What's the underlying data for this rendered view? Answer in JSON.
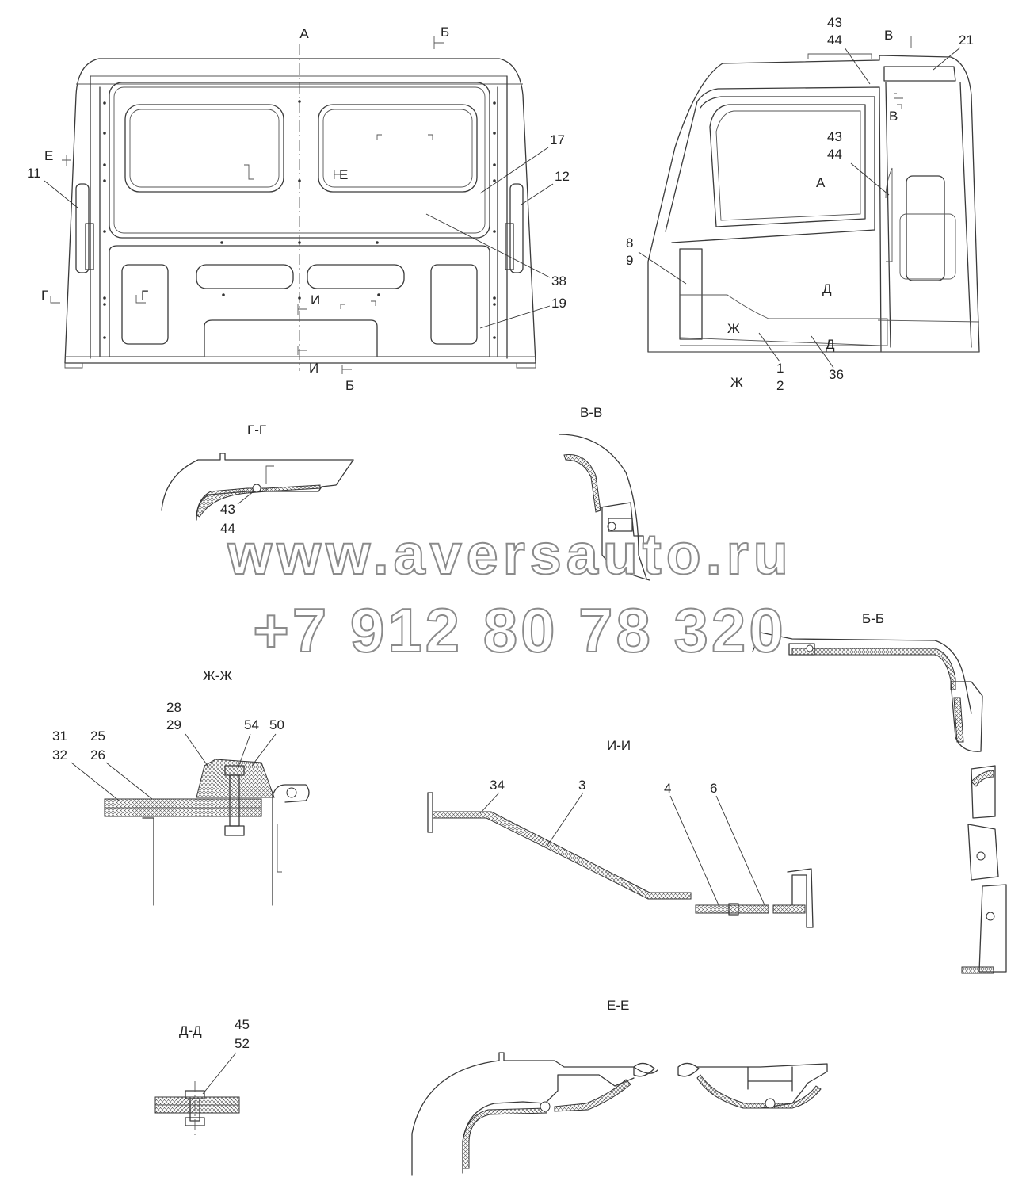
{
  "views": {
    "rear": {
      "section_marks": [
        "А",
        "Б",
        "Е",
        "Е",
        "Г",
        "Г",
        "И",
        "И",
        "Б"
      ],
      "callouts": [
        "11",
        "12",
        "17",
        "38",
        "19"
      ]
    },
    "side": {
      "section_marks": [
        "В",
        "В",
        "А",
        "Д",
        "Д",
        "Ж",
        "Ж"
      ],
      "callouts": [
        "43",
        "44",
        "21",
        "43",
        "44",
        "8",
        "9",
        "1",
        "2",
        "36"
      ]
    }
  },
  "sections": {
    "g_g": {
      "title": "Г-Г",
      "callouts": [
        "43",
        "44"
      ]
    },
    "v_v": {
      "title": "В-В"
    },
    "b_b": {
      "title": "Б-Б"
    },
    "zh_zh": {
      "title": "Ж-Ж",
      "callouts": [
        "28",
        "29",
        "31",
        "32",
        "25",
        "26",
        "54",
        "50"
      ]
    },
    "i_i": {
      "title": "И-И",
      "callouts": [
        "34",
        "3",
        "4",
        "6"
      ]
    },
    "d_d": {
      "title": "Д-Д",
      "callouts": [
        "45",
        "52"
      ]
    },
    "e_e": {
      "title": "Е-Е"
    }
  },
  "watermark": {
    "url": "www.aversauto.ru",
    "phone": "+7 912 80 78 320"
  }
}
